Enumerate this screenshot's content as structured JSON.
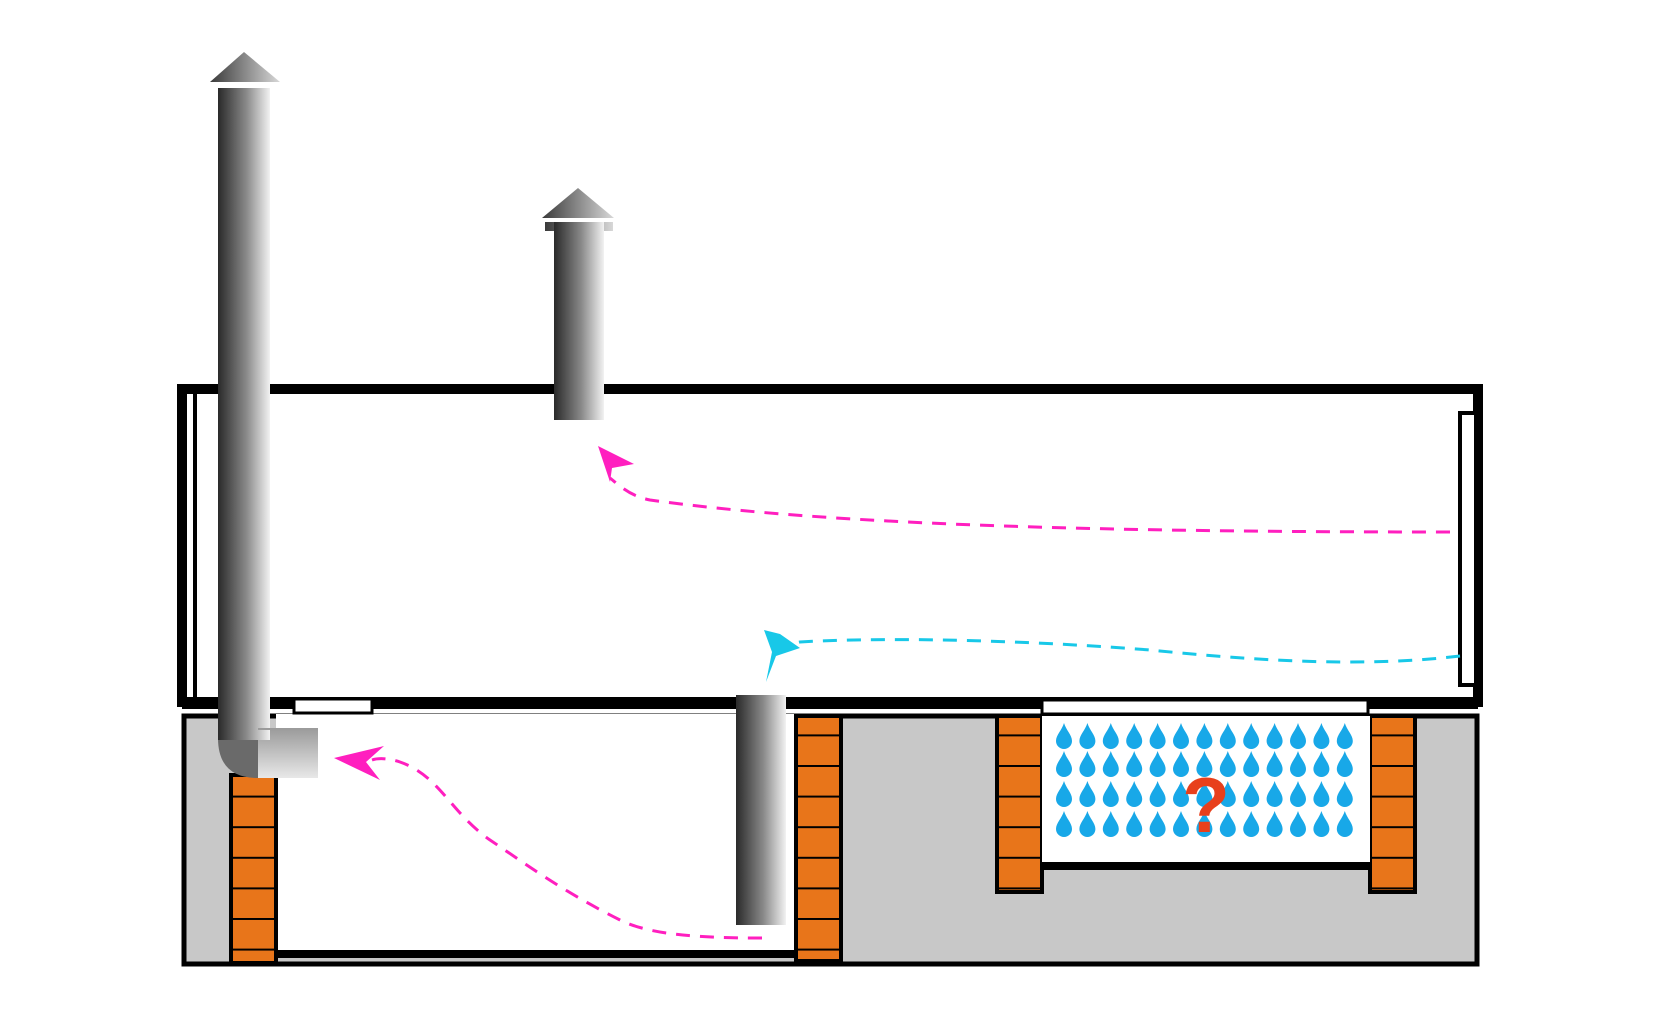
{
  "diagram": {
    "kind": "ventilation cross-section",
    "colors": {
      "background": "#ffffff",
      "outline": "#000000",
      "ground": "#c8c8c8",
      "brick": "#e8751a",
      "pipe_dark": "#2a2a2a",
      "pipe_light": "#f0f0f0",
      "supply_airflow": "#ff1fbf",
      "return_airflow": "#18c8e8",
      "water_drops": "#18a8e8",
      "question_mark": "#e8401c"
    },
    "pipes": [
      {
        "name": "tall-exhaust-pipe",
        "icon": "pipe-with-cap"
      },
      {
        "name": "short-exhaust-pipe",
        "icon": "pipe-with-cap"
      },
      {
        "name": "basement-inlet-pipe",
        "icon": "pipe"
      }
    ],
    "airflows": [
      {
        "name": "upper-room-airflow",
        "color_key": "supply_airflow"
      },
      {
        "name": "return-airflow",
        "color_key": "return_airflow"
      },
      {
        "name": "basement-airflow",
        "color_key": "supply_airflow"
      }
    ],
    "pit": {
      "label": "?",
      "icon": "water-drops"
    }
  }
}
